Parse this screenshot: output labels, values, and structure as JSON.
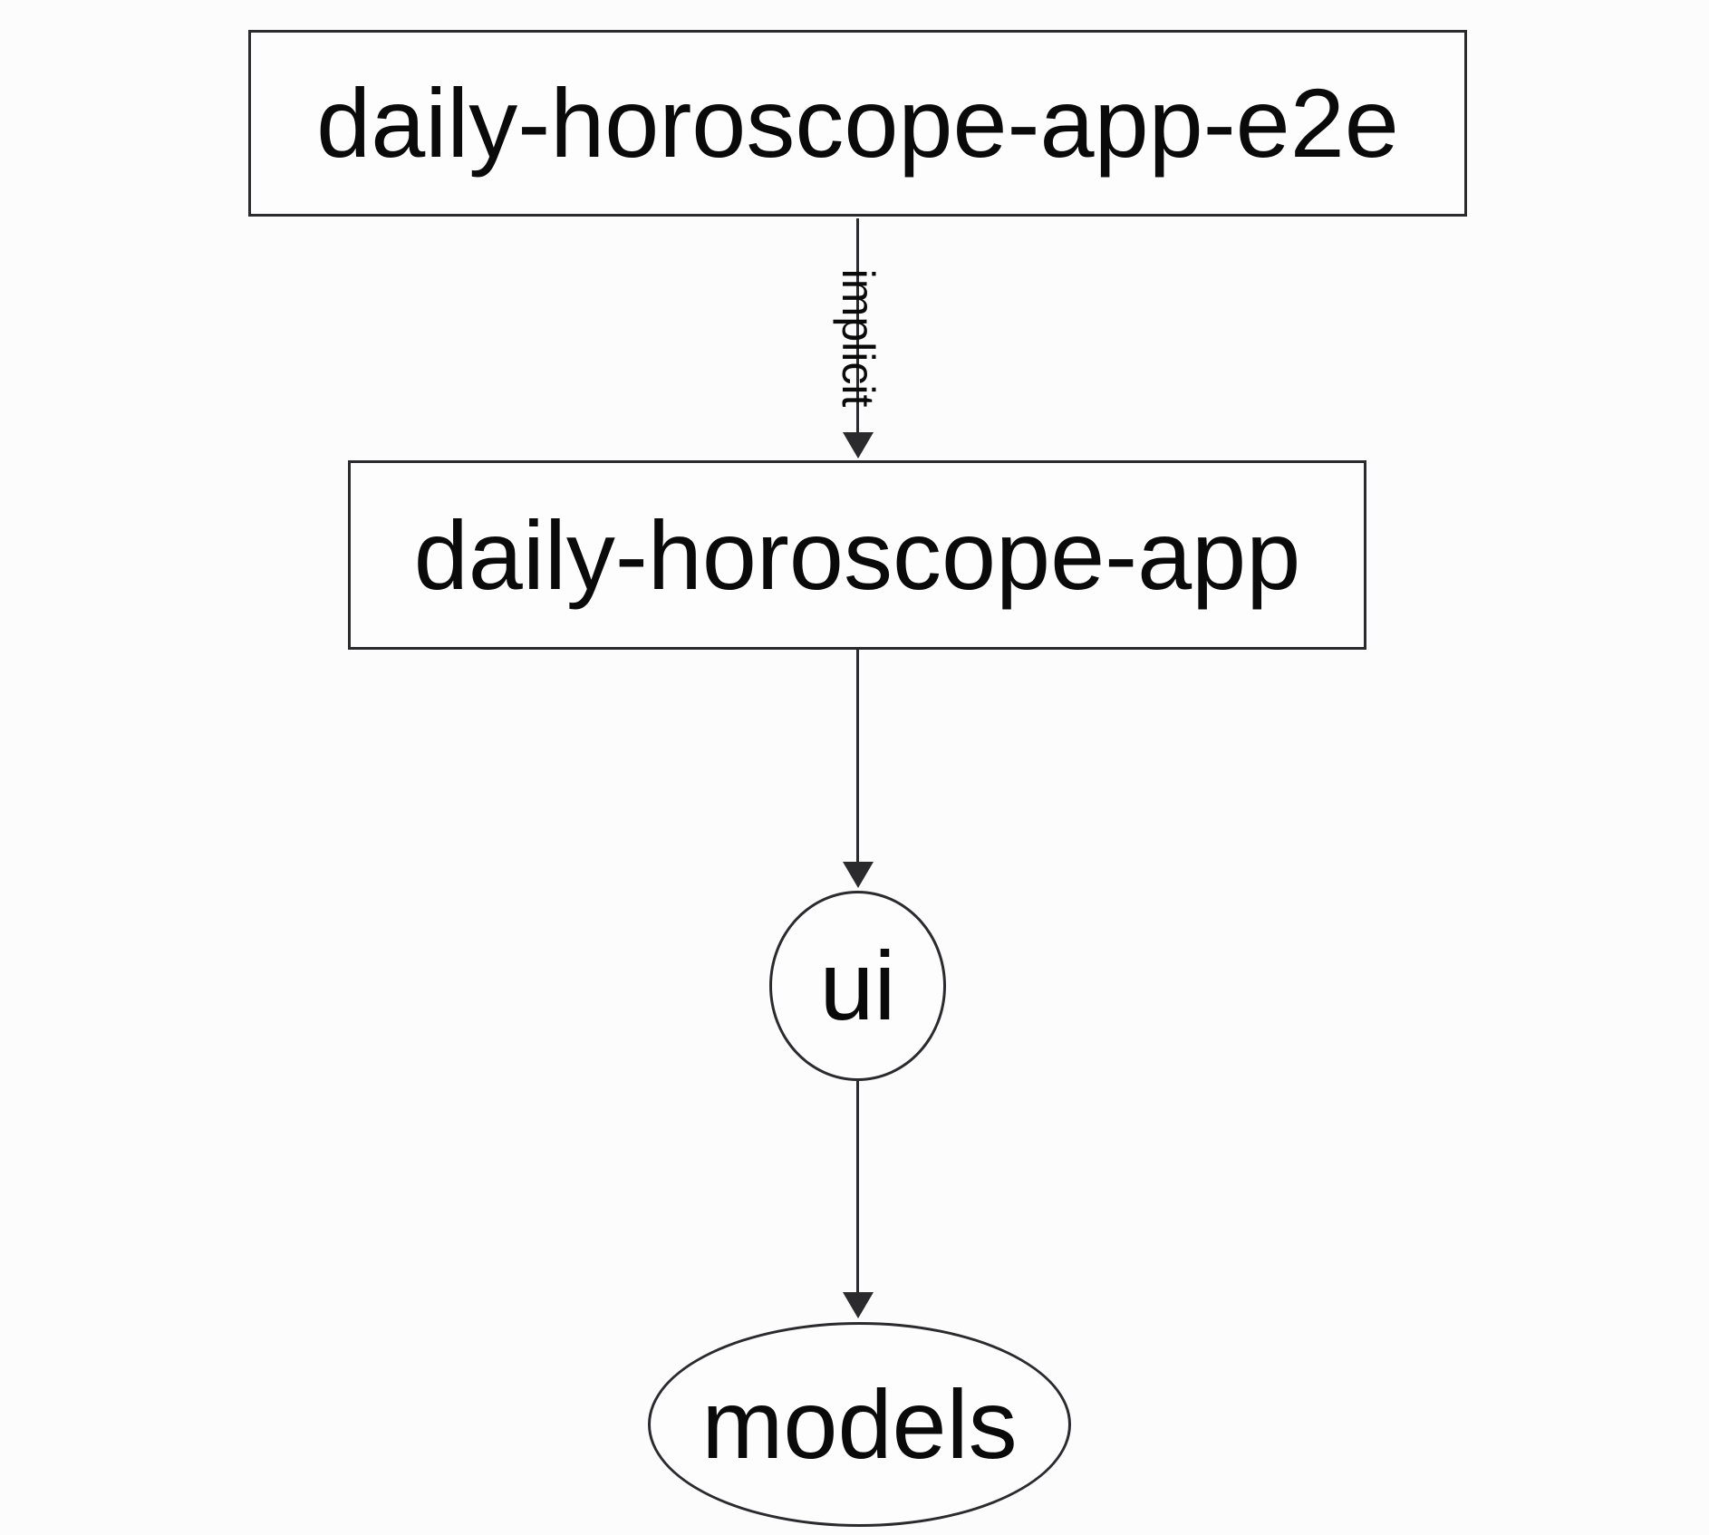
{
  "diagram": {
    "type": "dependency-graph",
    "nodes": {
      "e2e": {
        "label": "daily-horoscope-app-e2e",
        "shape": "rectangle"
      },
      "app": {
        "label": "daily-horoscope-app",
        "shape": "rectangle"
      },
      "ui": {
        "label": "ui",
        "shape": "ellipse"
      },
      "models": {
        "label": "models",
        "shape": "ellipse"
      }
    },
    "edges": [
      {
        "from": "daily-horoscope-app-e2e",
        "to": "daily-horoscope-app",
        "label": "implicit",
        "label_rotation_deg": 90
      },
      {
        "from": "daily-horoscope-app",
        "to": "ui",
        "label": ""
      },
      {
        "from": "ui",
        "to": "models",
        "label": ""
      }
    ],
    "colors": {
      "background": "#fcfcfc",
      "node_fill": "#fdfdfd",
      "stroke": "#2b2b2e",
      "text": "#0a0a0a"
    }
  }
}
